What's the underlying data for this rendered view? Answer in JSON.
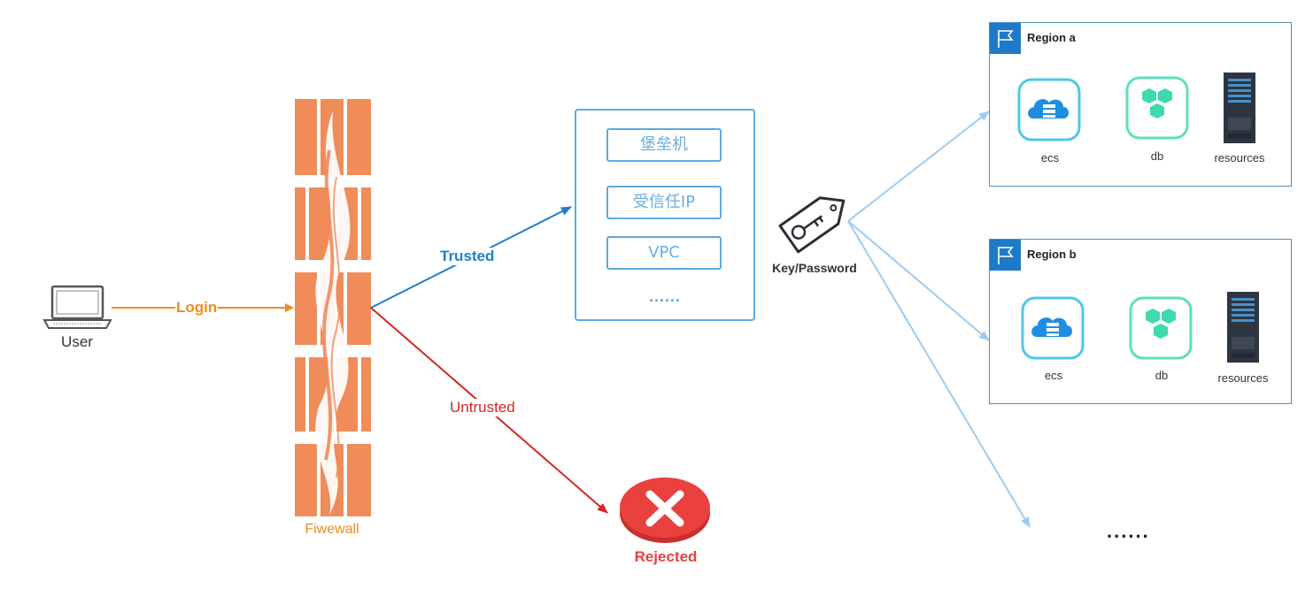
{
  "user": {
    "label": "User"
  },
  "login": {
    "label": "Login"
  },
  "firewall": {
    "label": "Fiwewall"
  },
  "trusted": {
    "label": "Trusted"
  },
  "untrusted": {
    "label": "Untrusted"
  },
  "rejected": {
    "label": "Rejected"
  },
  "access_methods": {
    "items": [
      "堡垒机",
      "受信任IP",
      "VPC"
    ],
    "more": "......"
  },
  "key": {
    "label": "Key/Password"
  },
  "regions": [
    {
      "title": "Region a",
      "services": [
        "ecs",
        "db",
        "resources"
      ]
    },
    {
      "title": "Region b",
      "services": [
        "ecs",
        "db",
        "resources"
      ]
    }
  ],
  "more_regions": "......",
  "colors": {
    "login": "#F08C1E",
    "trusted": "#1E7FD0",
    "untrusted": "#D42525",
    "rejected": "#E8413E",
    "firewall": "#F08C5A",
    "region_arrow": "#9ECBF0",
    "region_border": "#4A8FC6"
  }
}
